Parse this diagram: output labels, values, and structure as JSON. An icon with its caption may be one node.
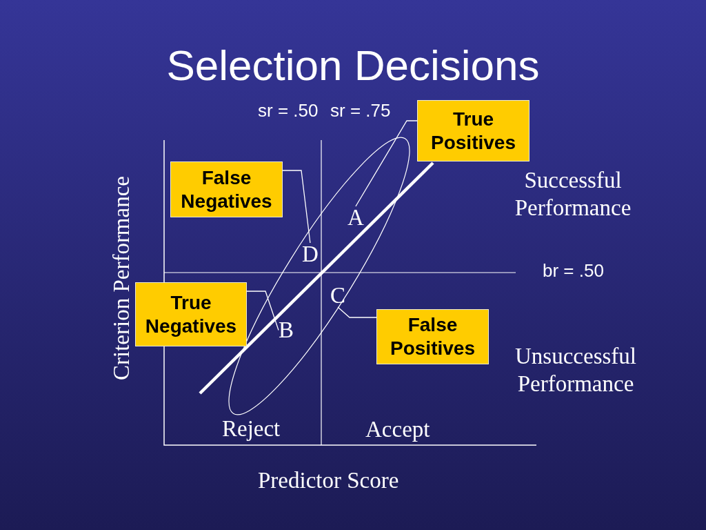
{
  "diagram": {
    "title": "Selection Decisions",
    "nodes": [
      {
        "text": [
          "True Positives"
        ]
      },
      {
        "text": [
          "False Negatives"
        ]
      },
      {
        "text": [
          "A"
        ]
      },
      {
        "text": [
          "D"
        ]
      },
      {
        "text": [
          "True Negatives"
        ]
      },
      {
        "text": [
          "C"
        ]
      },
      {
        "text": [
          "False Positives"
        ]
      },
      {
        "text": [
          "B"
        ]
      }
    ],
    "edges": [
      {
        "from": 0,
        "to": 2,
        "arrow": "none"
      },
      {
        "from": 1,
        "to": 3,
        "arrow": "none"
      },
      {
        "from": 4,
        "to": 7,
        "arrow": "none"
      },
      {
        "from": 6,
        "to": 5,
        "arrow": "none"
      }
    ],
    "labels": [
      "sr = .50",
      "sr = .75",
      "Successful Performance",
      "Criterion Performance",
      "br = .50",
      "Unsuccessful Performance",
      "Reject",
      "Accept",
      "Predictor Score"
    ]
  }
}
